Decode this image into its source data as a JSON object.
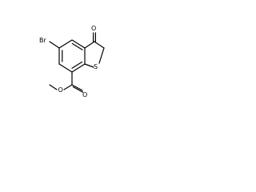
{
  "molecule": {
    "atoms": {
      "bromine": "Br",
      "ketone_oxygen": "O",
      "sulfur": "S",
      "ester_carbonyl_oxygen": "O",
      "ester_ether_oxygen": "O"
    }
  },
  "colors": {
    "bond": "#000000",
    "text": "#000000",
    "background": "#ffffff"
  }
}
